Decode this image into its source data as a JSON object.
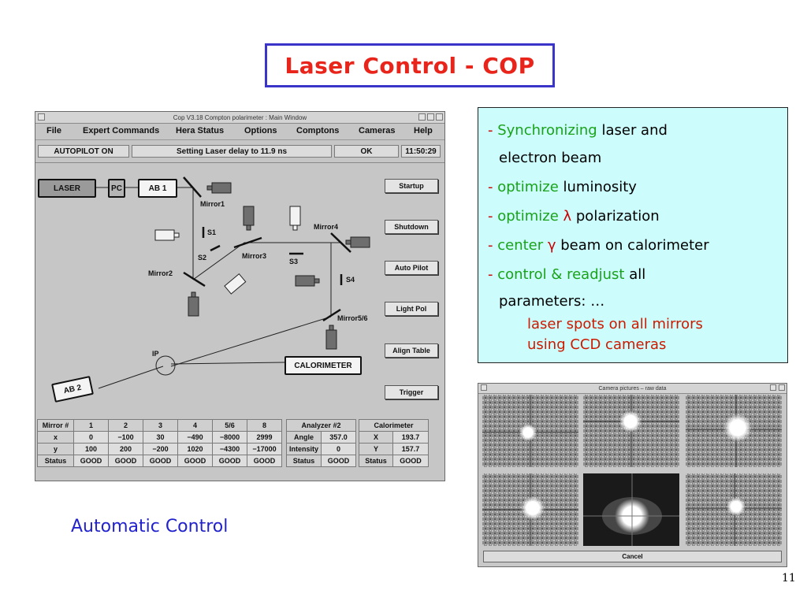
{
  "slide": {
    "title": "Laser Control - COP",
    "caption": "Automatic Control",
    "page_number": "11"
  },
  "main_window": {
    "title": "Cop V3.18 Compton polarimeter : Main Window",
    "menu": [
      "File",
      "Expert Commands",
      "Hera Status",
      "Options",
      "Comptons",
      "Cameras",
      "Help"
    ],
    "status": {
      "mode": "AUTOPILOT ON",
      "message": "Setting Laser delay to 11.9 ns",
      "result": "OK",
      "time": "11:50:29"
    },
    "diagram": {
      "laser": "LASER",
      "pc": "PC",
      "ab1": "AB 1",
      "ab2": "AB 2",
      "calorimeter": "CALORIMETER",
      "ip": "IP",
      "mirror1": "Mirror1",
      "mirror2": "Mirror2",
      "mirror3": "Mirror3",
      "mirror4": "Mirror4",
      "mirror56": "Mirror5/6",
      "s1": "S1",
      "s2": "S2",
      "s3": "S3",
      "s4": "S4"
    },
    "buttons": [
      "Startup",
      "Shutdown",
      "Auto Pilot",
      "Light Pol",
      "Align Table",
      "Trigger"
    ],
    "mirror_table": {
      "headers": [
        "Mirror #",
        "1",
        "2",
        "3",
        "4",
        "5/6",
        "8"
      ],
      "rows": [
        [
          "x",
          "0",
          "−100",
          "30",
          "−490",
          "−8000",
          "2999"
        ],
        [
          "y",
          "100",
          "200",
          "−200",
          "1020",
          "−4300",
          "−17000"
        ],
        [
          "Status",
          "GOOD",
          "GOOD",
          "GOOD",
          "GOOD",
          "GOOD",
          "GOOD"
        ]
      ]
    },
    "analyzer_table": {
      "header": "Analyzer #2",
      "rows": [
        [
          "Angle",
          "357.0"
        ],
        [
          "Intensity",
          "0"
        ],
        [
          "Status",
          "GOOD"
        ]
      ]
    },
    "calorimeter_table": {
      "header": "Calorimeter",
      "rows": [
        [
          "X",
          "193.7"
        ],
        [
          "Y",
          "157.7"
        ],
        [
          "Status",
          "GOOD"
        ]
      ]
    }
  },
  "bullets": {
    "l1_dash": "- ",
    "l1_green": "Synchronizing",
    "l1_rest": " laser and",
    "l2": "electron beam",
    "l3_dash": "- ",
    "l3_green": "optimize",
    "l3_rest": " luminosity",
    "l4_dash": "- ",
    "l4_green": "optimize",
    "l4_sym": " λ",
    "l4_rest": " polarization",
    "l5_dash": "- ",
    "l5_green": "center",
    "l5_sym": " γ",
    "l5_rest": " beam on calorimeter",
    "l6_dash": "- ",
    "l6_green": "control & readjust",
    "l6_rest": " all",
    "l7": "parameters: …",
    "sub1": "laser spots on all mirrors",
    "sub2": "using CCD cameras"
  },
  "camera_window": {
    "title": "Camera pictures – raw data",
    "cancel": "Cancel"
  },
  "colors": {
    "title_red": "#e8241b",
    "title_border": "#3a34c8",
    "green": "#1aa31a",
    "bullet_bg": "#ccfcfc",
    "caption_blue": "#2222cc"
  }
}
